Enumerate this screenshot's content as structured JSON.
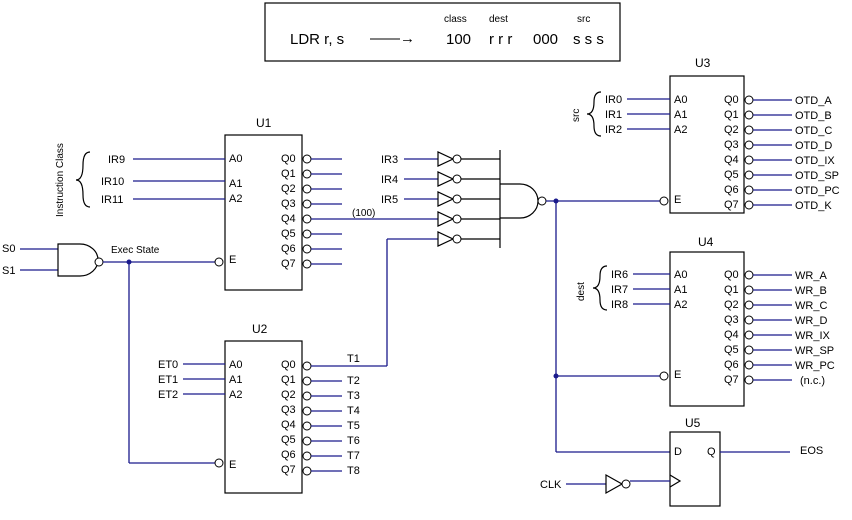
{
  "header": {
    "instruction": "LDR r, s",
    "arrow": "——→",
    "class_caption": "class",
    "dest_caption": "dest",
    "src_caption": "src",
    "class_bits": "100",
    "dest_bits": "r r r",
    "mid_bits": "000",
    "src_bits": "s s s"
  },
  "u1": {
    "title": "U1",
    "inputs_pins": [
      "A0",
      "A1",
      "A2",
      "E"
    ],
    "outputs_pins": [
      "Q0",
      "Q1",
      "Q2",
      "Q3",
      "Q4",
      "Q5",
      "Q6",
      "Q7"
    ],
    "input_signals": [
      "IR9",
      "IR10",
      "IR11"
    ],
    "brace_label": "Instruction Class",
    "q4_label": "(100)"
  },
  "u2": {
    "title": "U2",
    "inputs_pins": [
      "A0",
      "A1",
      "A2",
      "E"
    ],
    "outputs_pins": [
      "Q0",
      "Q1",
      "Q2",
      "Q3",
      "Q4",
      "Q5",
      "Q6",
      "Q7"
    ],
    "input_signals": [
      "ET0",
      "ET1",
      "ET2"
    ],
    "output_signals": [
      "T1",
      "T2",
      "T3",
      "T4",
      "T5",
      "T6",
      "T7",
      "T8"
    ]
  },
  "u3": {
    "title": "U3",
    "inputs_pins": [
      "A0",
      "A1",
      "A2",
      "E"
    ],
    "outputs_pins": [
      "Q0",
      "Q1",
      "Q2",
      "Q3",
      "Q4",
      "Q5",
      "Q6",
      "Q7"
    ],
    "input_signals": [
      "IR0",
      "IR1",
      "IR2"
    ],
    "brace_label": "src",
    "output_signals": [
      "OTD_A",
      "OTD_B",
      "OTD_C",
      "OTD_D",
      "OTD_IX",
      "OTD_SP",
      "OTD_PC",
      "OTD_K"
    ]
  },
  "u4": {
    "title": "U4",
    "inputs_pins": [
      "A0",
      "A1",
      "A2",
      "E"
    ],
    "outputs_pins": [
      "Q0",
      "Q1",
      "Q2",
      "Q3",
      "Q4",
      "Q5",
      "Q6",
      "Q7"
    ],
    "input_signals": [
      "IR6",
      "IR7",
      "IR8"
    ],
    "brace_label": "dest",
    "output_signals": [
      "WR_A",
      "WR_B",
      "WR_C",
      "WR_D",
      "WR_IX",
      "WR_SP",
      "WR_PC",
      "(n.c.)"
    ]
  },
  "u5": {
    "title": "U5",
    "d_pin": "D",
    "q_pin": "Q",
    "clk_signal": "CLK",
    "q_signal": "EOS"
  },
  "gates": {
    "s0": "S0",
    "s1": "S1",
    "exec_state": "Exec State",
    "ir_inputs": [
      "IR3",
      "IR4",
      "IR5"
    ]
  }
}
